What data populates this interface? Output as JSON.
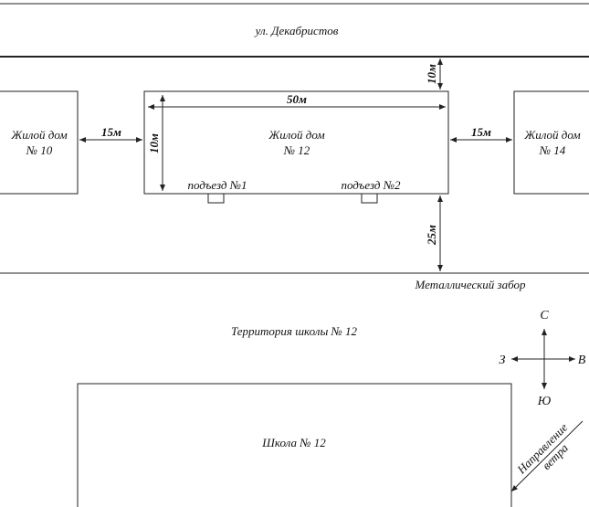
{
  "street": {
    "label": "ул. Декабристов"
  },
  "fence": {
    "label": "Металлический забор"
  },
  "school_territory": {
    "label": "Территория школы № 12"
  },
  "buildings": {
    "house10": {
      "line1": "Жилой дом",
      "line2": "№ 10"
    },
    "house12": {
      "line1": "Жилой дом",
      "line2": "№ 12"
    },
    "house14": {
      "line1": "Жилой дом",
      "line2": "№ 14"
    },
    "school": {
      "label": "Школа № 12"
    }
  },
  "entrances": {
    "e1": "подъезд №1",
    "e2": "подъезд №2"
  },
  "dimensions": {
    "length": "50м",
    "height": "10м",
    "to_street": "10м",
    "to_fence": "25м",
    "to_house10": "15м",
    "to_house14": "15м"
  },
  "compass": {
    "north": "С",
    "south": "Ю",
    "west": "З",
    "east": "В"
  },
  "wind": {
    "line1": "Направление",
    "line2": "ветра"
  }
}
